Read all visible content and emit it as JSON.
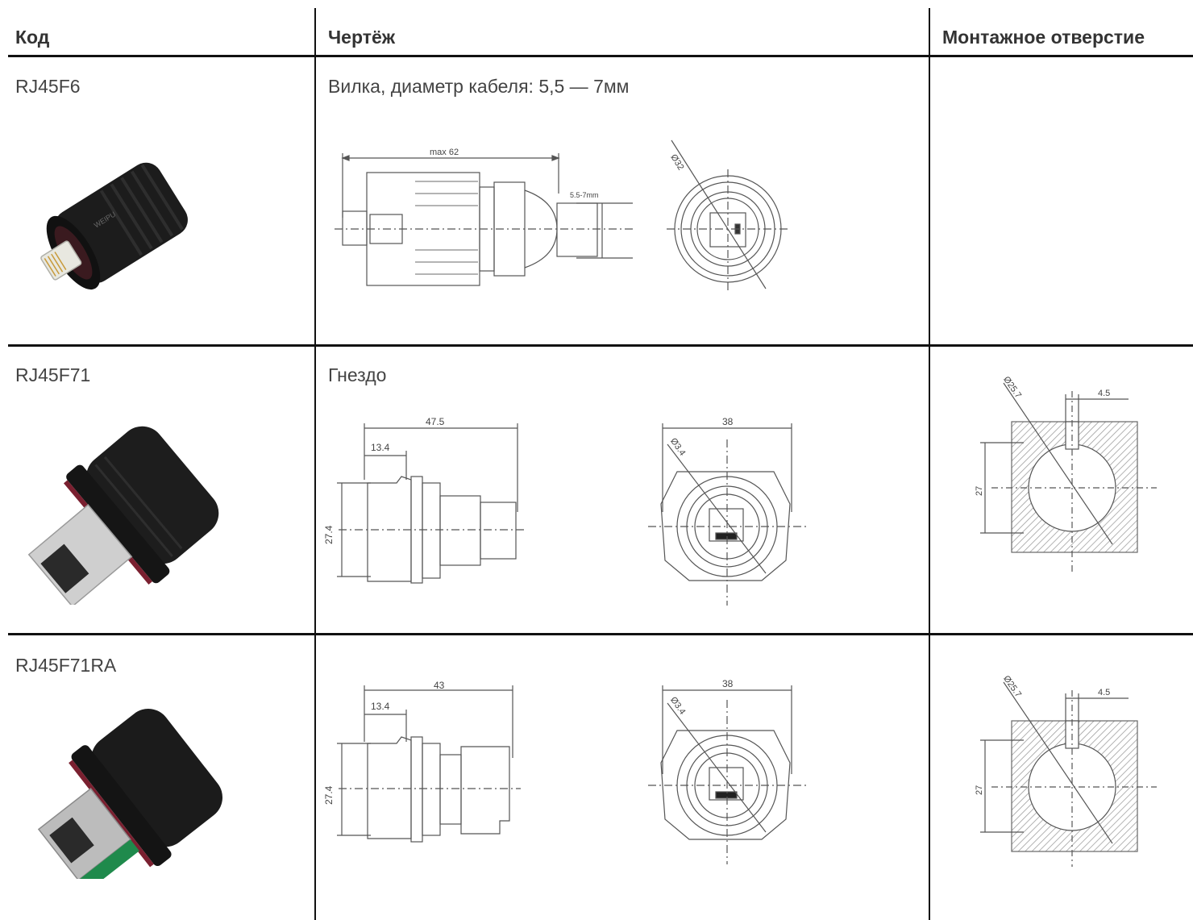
{
  "header": {
    "col_code": "Код",
    "col_drawing": "Чертёж",
    "col_hole": "Монтажное отверстие"
  },
  "rows": [
    {
      "code": "RJ45F6",
      "description": "Вилка, диаметр кабеля: 5,5 — 7мм",
      "dims": {
        "length": "max 62",
        "cable": "5.5-7mm",
        "diameter": "Ø32"
      }
    },
    {
      "code": "RJ45F71",
      "description": "Гнездо",
      "dims": {
        "length": "47.5",
        "flange": "13.4",
        "height": "27.4",
        "width": "38",
        "diameter": "Ø3.4",
        "hole_d": "Ø25.7",
        "key": "4.5",
        "hole_h": "27"
      }
    },
    {
      "code": "RJ45F71RA",
      "description": "",
      "dims": {
        "length": "43",
        "flange": "13.4",
        "height": "27.4",
        "width": "38",
        "diameter": "Ø3.4",
        "hole_d": "Ø25.7",
        "key": "4.5",
        "hole_h": "27"
      }
    }
  ],
  "colors": {
    "rule": "#111111",
    "text": "#444444",
    "connector": "#1a1a1a",
    "metal": "#c8c8c8",
    "accent_red": "#7a2030",
    "pcb_green": "#1f8a4c"
  }
}
